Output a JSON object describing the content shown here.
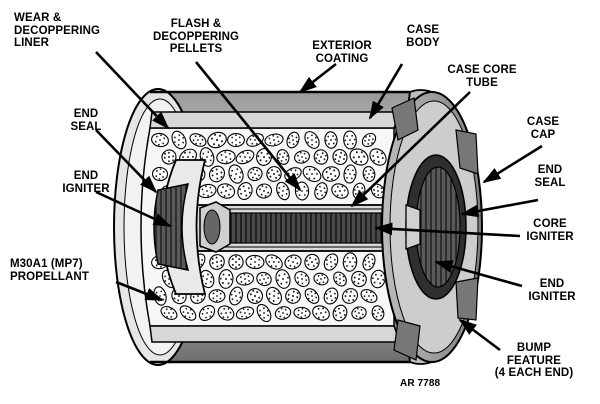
{
  "colors": {
    "ink": "#000000",
    "paper": "#ffffff",
    "shade_dark": "#3a3a3a",
    "shade_mid": "#8c8c8c",
    "shade_light": "#d9d9d9"
  },
  "labels": {
    "wear_liner": "WEAR &\nDECOPPERING\nLINER",
    "flash_pellets": "FLASH &\nDECOPPERING\nPELLETS",
    "exterior_coating": "EXTERIOR\nCOATING",
    "case_body": "CASE\nBODY",
    "case_core_tube": "CASE CORE\nTUBE",
    "case_cap": "CASE\nCAP",
    "end_seal_left": "END\nSEAL",
    "end_igniter_left": "END\nIGNITER",
    "end_seal_right": "END\nSEAL",
    "core_igniter": "CORE\nIGNITER",
    "propellant": "M30A1 (MP7)\nPROPELLANT",
    "end_igniter_right": "END\nIGNITER",
    "bump_feature": "BUMP\nFEATURE\n(4 EACH END)",
    "figure_number": "AR 7788"
  }
}
